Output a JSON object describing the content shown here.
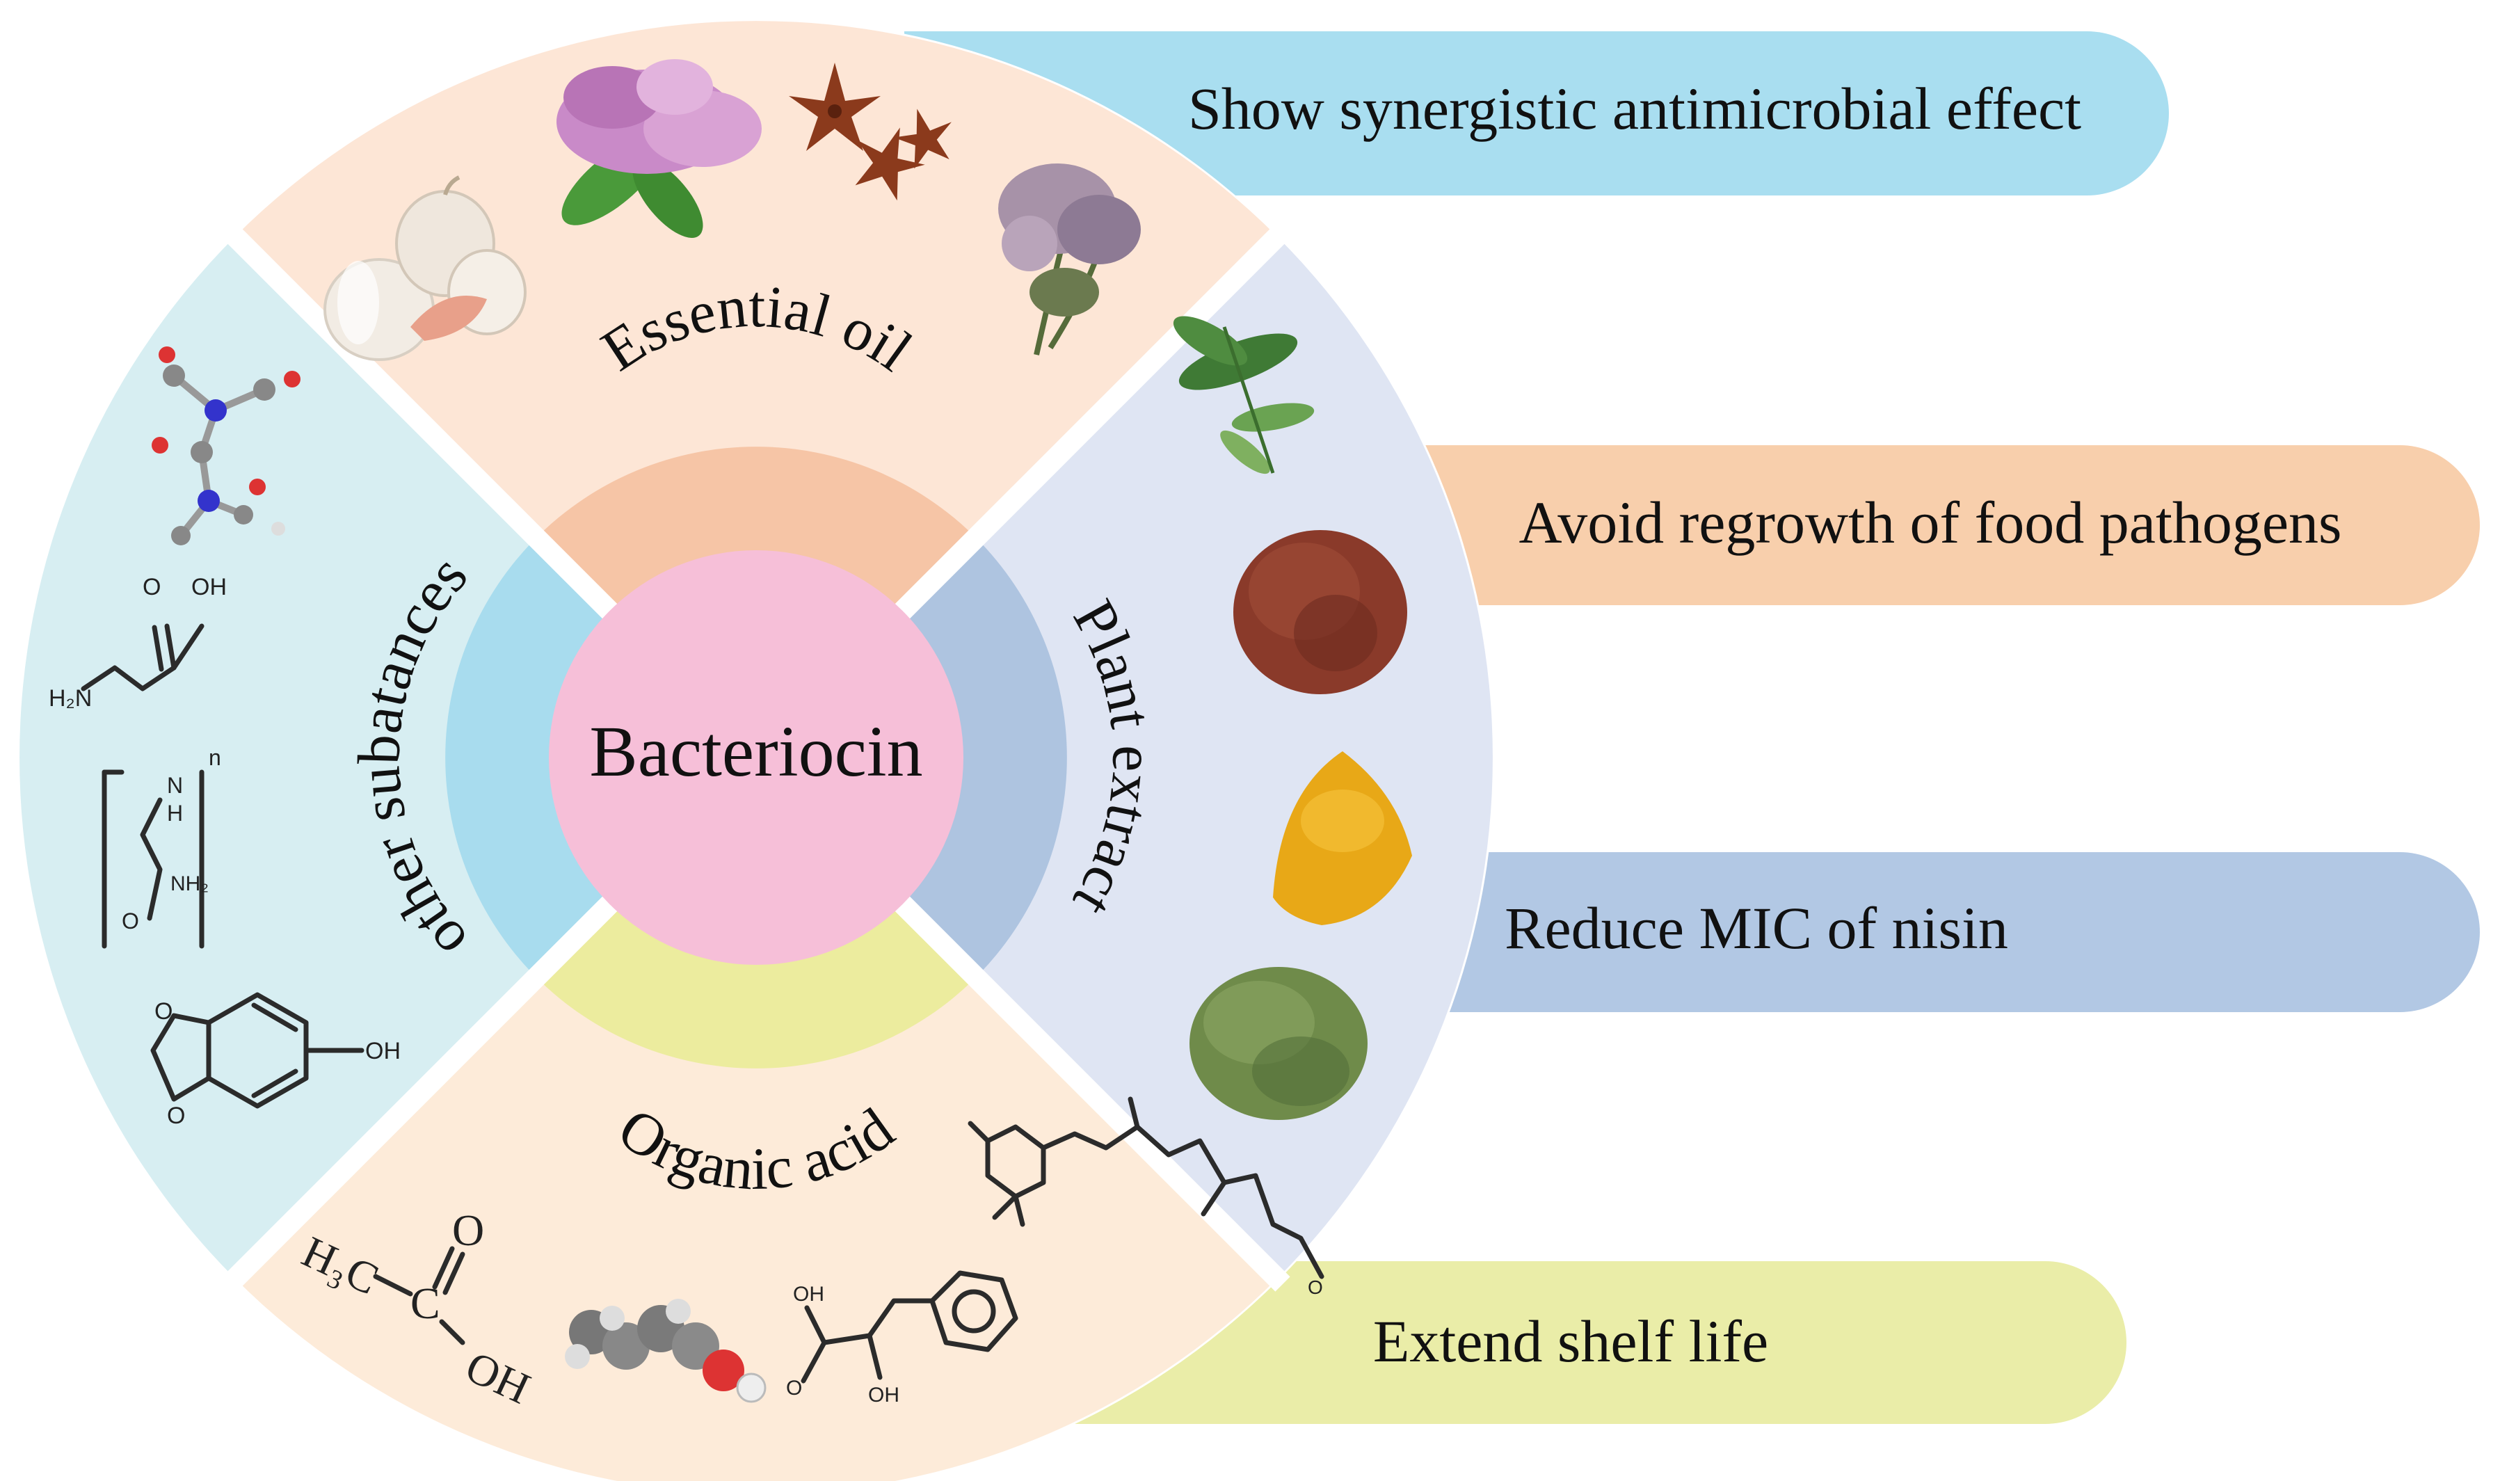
{
  "center": {
    "label": "Bacteriocin"
  },
  "sectors": {
    "top": {
      "label": "Essential oil"
    },
    "right": {
      "label": "Plant extract"
    },
    "bottom": {
      "label": "Organic acid"
    },
    "left": {
      "label": "other subatances"
    }
  },
  "effects": [
    {
      "label": "Show synergistic antimicrobial effect",
      "color": "#a9def0"
    },
    {
      "label": "Avoid regrowth of food pathogens",
      "color": "#f8cfac"
    },
    {
      "label": "Reduce MIC of nisin",
      "color": "#b2c8e4"
    },
    {
      "label": "Extend shelf life",
      "color": "#eaeda8"
    }
  ],
  "chem_labels": {
    "acetic_h3c": "H₃C",
    "acetic_c": "C",
    "acetic_o": "O",
    "acetic_oh": "OH",
    "oh": "OH",
    "o": "O",
    "h2n": "H₂N",
    "nh2": "NH₂",
    "n": "N",
    "h": "H",
    "sub_n": "n"
  },
  "colors": {
    "center": "#f6bfd8",
    "essential_oil_inner": "#f6c5a6",
    "plant_extract_inner": "#aec4e0",
    "organic_acid_inner": "#ecec9e",
    "other_inner": "#a8dcee",
    "top_outer": "#fde6d6",
    "right_outer": "#dfe5f3",
    "bottom_outer": "#fdebd9",
    "left_outer": "#d7eef2"
  }
}
